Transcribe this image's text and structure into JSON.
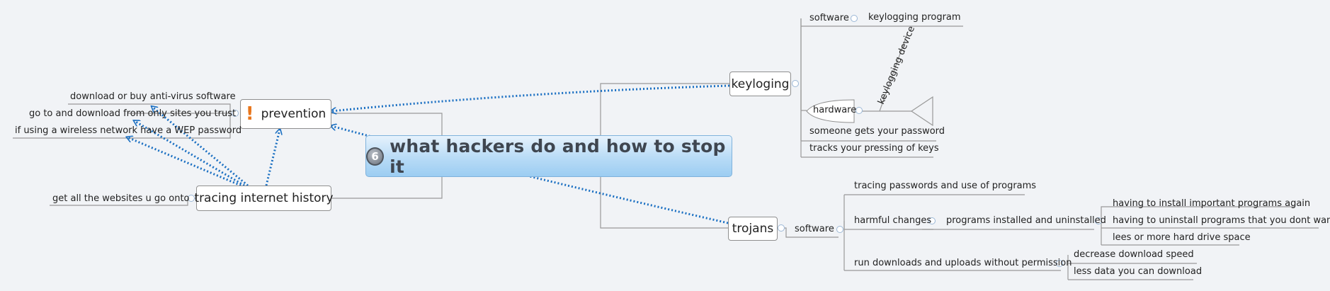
{
  "central": {
    "title": "what hackers do and how to stop it",
    "icon": "priority-6-icon",
    "icon_text": "6"
  },
  "prevention": {
    "label": "prevention",
    "icon": "exclamation-icon",
    "icon_text": "!",
    "items": [
      "download or buy anti-virus software",
      "go to and download from  only sites you trust",
      "if using a wireless network have a WEP password"
    ]
  },
  "tracing": {
    "label": "tracing internet history",
    "items": [
      "get all the websites u go onto"
    ]
  },
  "keyloging": {
    "label": "keyloging",
    "software_label": "software",
    "software_item": "keylogging program",
    "hardware_label": "hardware",
    "hardware_item": "keylogging device",
    "other_items": [
      "someone gets your password",
      "tracks your pressing of keys"
    ]
  },
  "trojans": {
    "label": "trojans",
    "software_label": "software",
    "items": {
      "tracing": "tracing passwords and use of programs",
      "harmful": "harmful changes",
      "programs": "programs installed and uninstalled",
      "program_effects": [
        "having to install important programs again",
        "having to uninstall programs that you dont want",
        "lees or more hard drive space"
      ],
      "downloads": "run downloads and uploads without permission",
      "download_effects": [
        "decrease download speed",
        "less data you can download"
      ]
    }
  },
  "colors": {
    "relationship": "#1a6fc2",
    "branch": "#8f8f8f",
    "accent": "#e8761c"
  }
}
